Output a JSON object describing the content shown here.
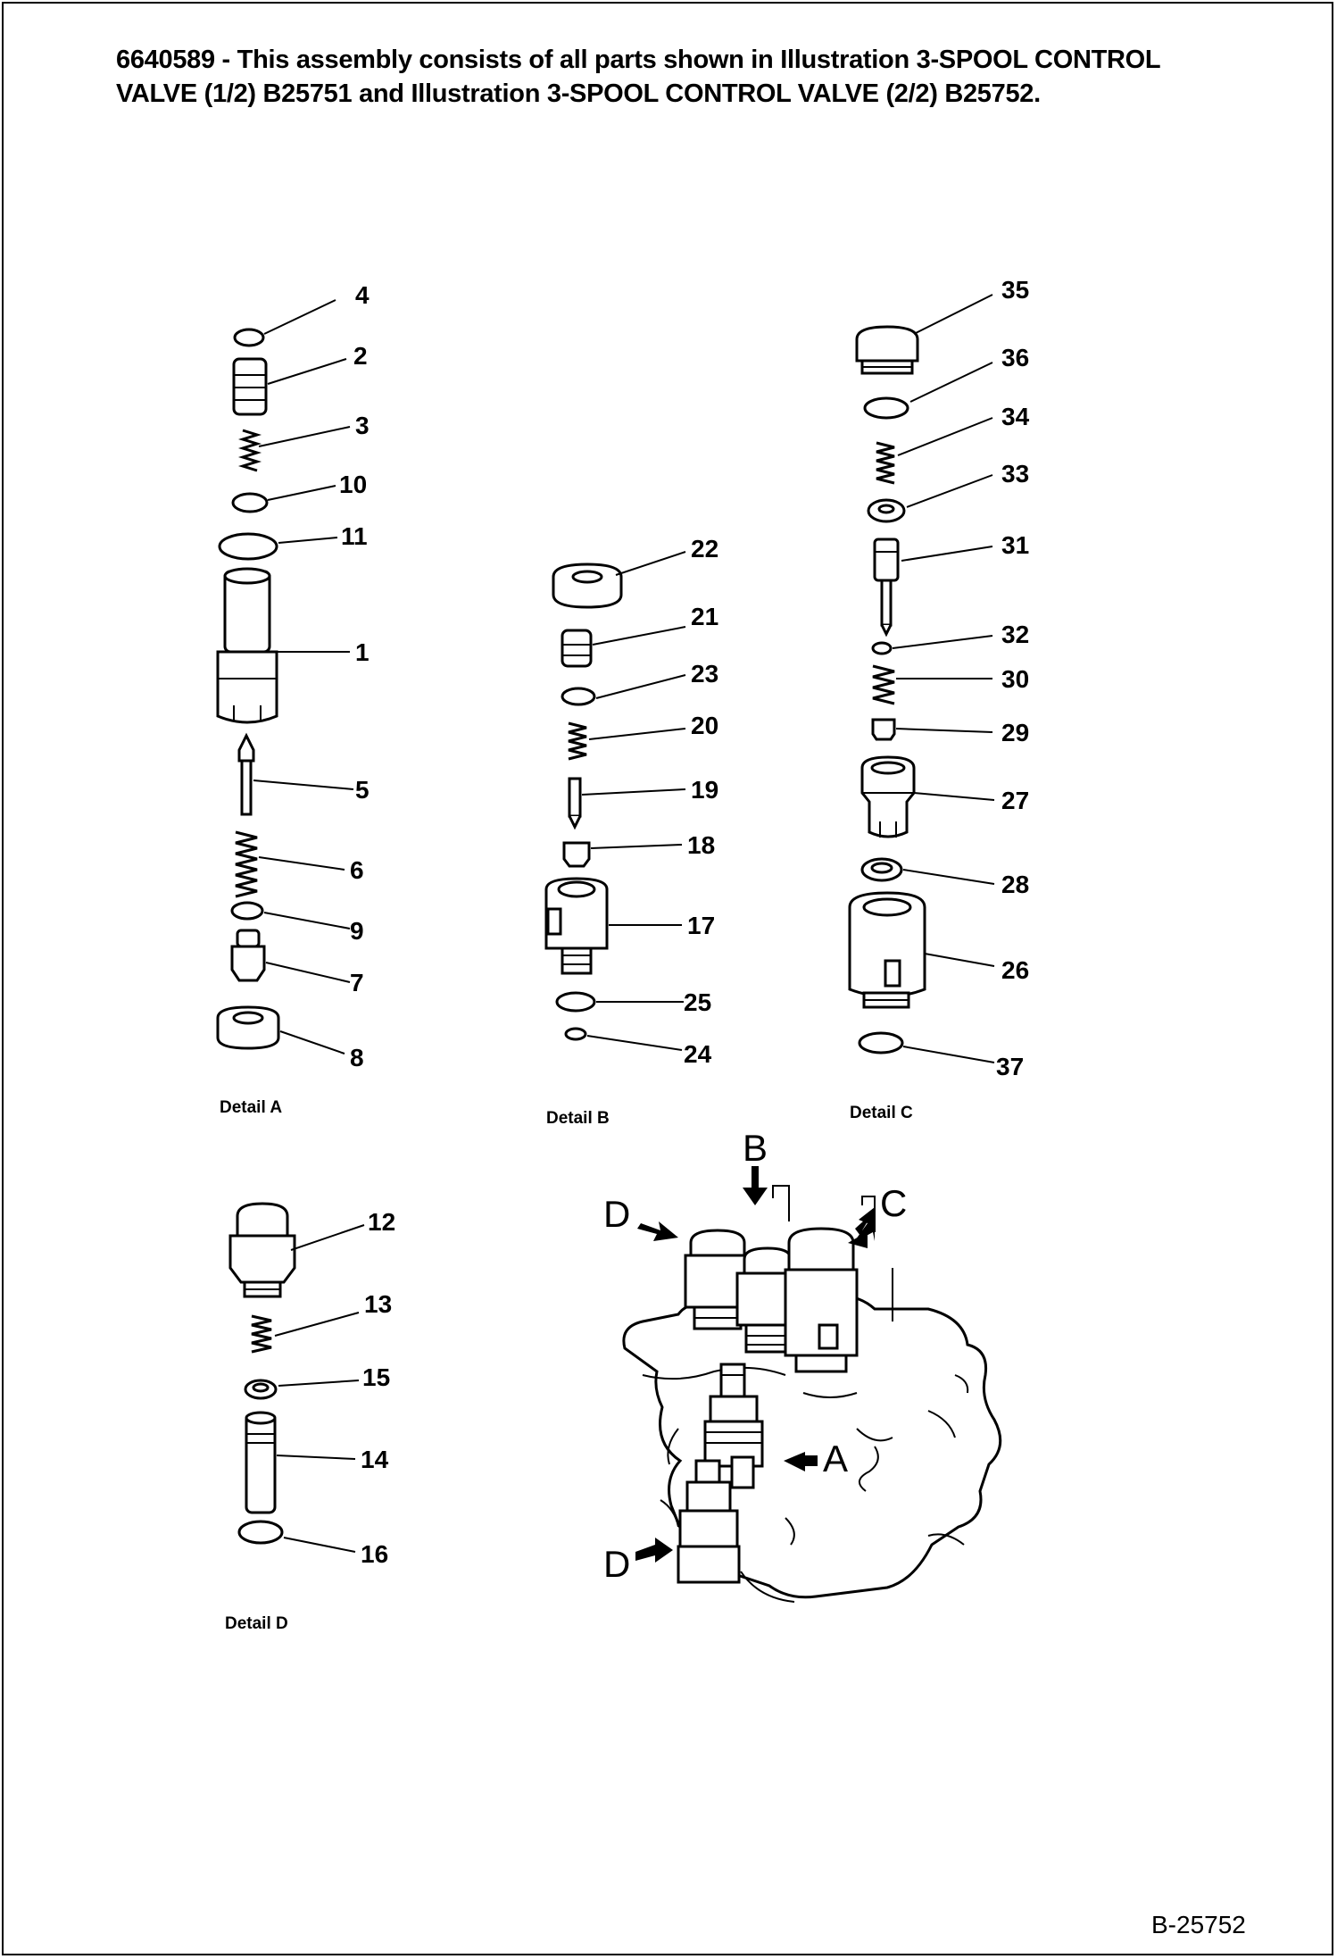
{
  "header": {
    "line1": "6640589 - This assembly consists of all parts shown in Illustration 3-SPOOL CONTROL",
    "line2": "VALVE (1/2) B25751 and Illustration 3-SPOOL CONTROL VALVE (2/2) B25752."
  },
  "details": {
    "a": {
      "label": "Detail A",
      "callouts": [
        "4",
        "2",
        "3",
        "10",
        "11",
        "1",
        "5",
        "6",
        "9",
        "7",
        "8"
      ]
    },
    "b": {
      "label": "Detail B",
      "callouts": [
        "22",
        "21",
        "23",
        "20",
        "19",
        "18",
        "17",
        "25",
        "24"
      ]
    },
    "c": {
      "label": "Detail C",
      "callouts": [
        "35",
        "36",
        "34",
        "33",
        "31",
        "32",
        "30",
        "29",
        "27",
        "28",
        "26",
        "37"
      ]
    },
    "d": {
      "label": "Detail D",
      "callouts": [
        "12",
        "13",
        "15",
        "14",
        "16"
      ]
    }
  },
  "assembly_view": {
    "arrows": [
      "B",
      "C",
      "D",
      "A",
      "D"
    ]
  },
  "reference_code": "B-25752"
}
